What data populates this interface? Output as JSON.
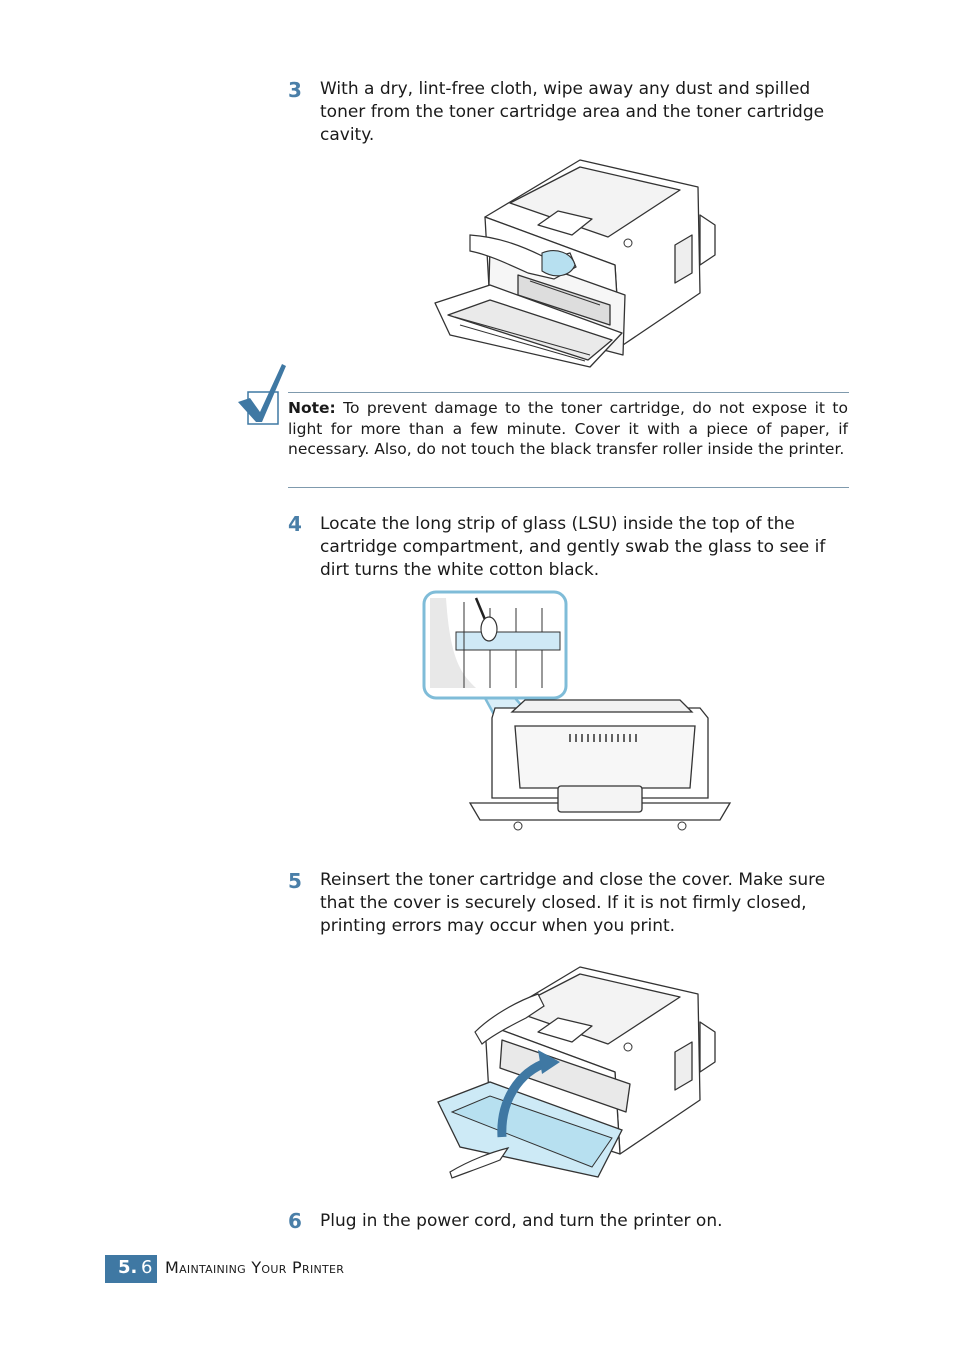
{
  "steps": [
    {
      "number": "3",
      "text": "With a dry, lint-free cloth, wipe away any dust and spilled toner from the toner cartridge area and the toner cartridge cavity."
    },
    {
      "number": "4",
      "text": "Locate the long strip of glass (LSU) inside the top of the cartridge compartment, and gently swab the glass to see if dirt turns the white cotton black."
    },
    {
      "number": "5",
      "text": "Reinsert the toner cartridge and close the cover.  Make sure that the cover is securely closed. If it is not firmly closed, printing errors may occur when you print."
    },
    {
      "number": "6",
      "text": "Plug in the power cord, and turn the printer on."
    }
  ],
  "note": {
    "label": "Note:",
    "text": "To prevent damage to the toner cartridge, do not expose it to light for more than a few minute. Cover it with a piece of paper, if necessary. Also, do not touch the black transfer roller inside the printer."
  },
  "footer": {
    "chapter": "5.",
    "page": "6",
    "title": "Maintaining Your Printer"
  },
  "colors": {
    "accent": "#4a7fa8",
    "footer_band": "#3f78a3",
    "callout": "#7fbcd8"
  }
}
